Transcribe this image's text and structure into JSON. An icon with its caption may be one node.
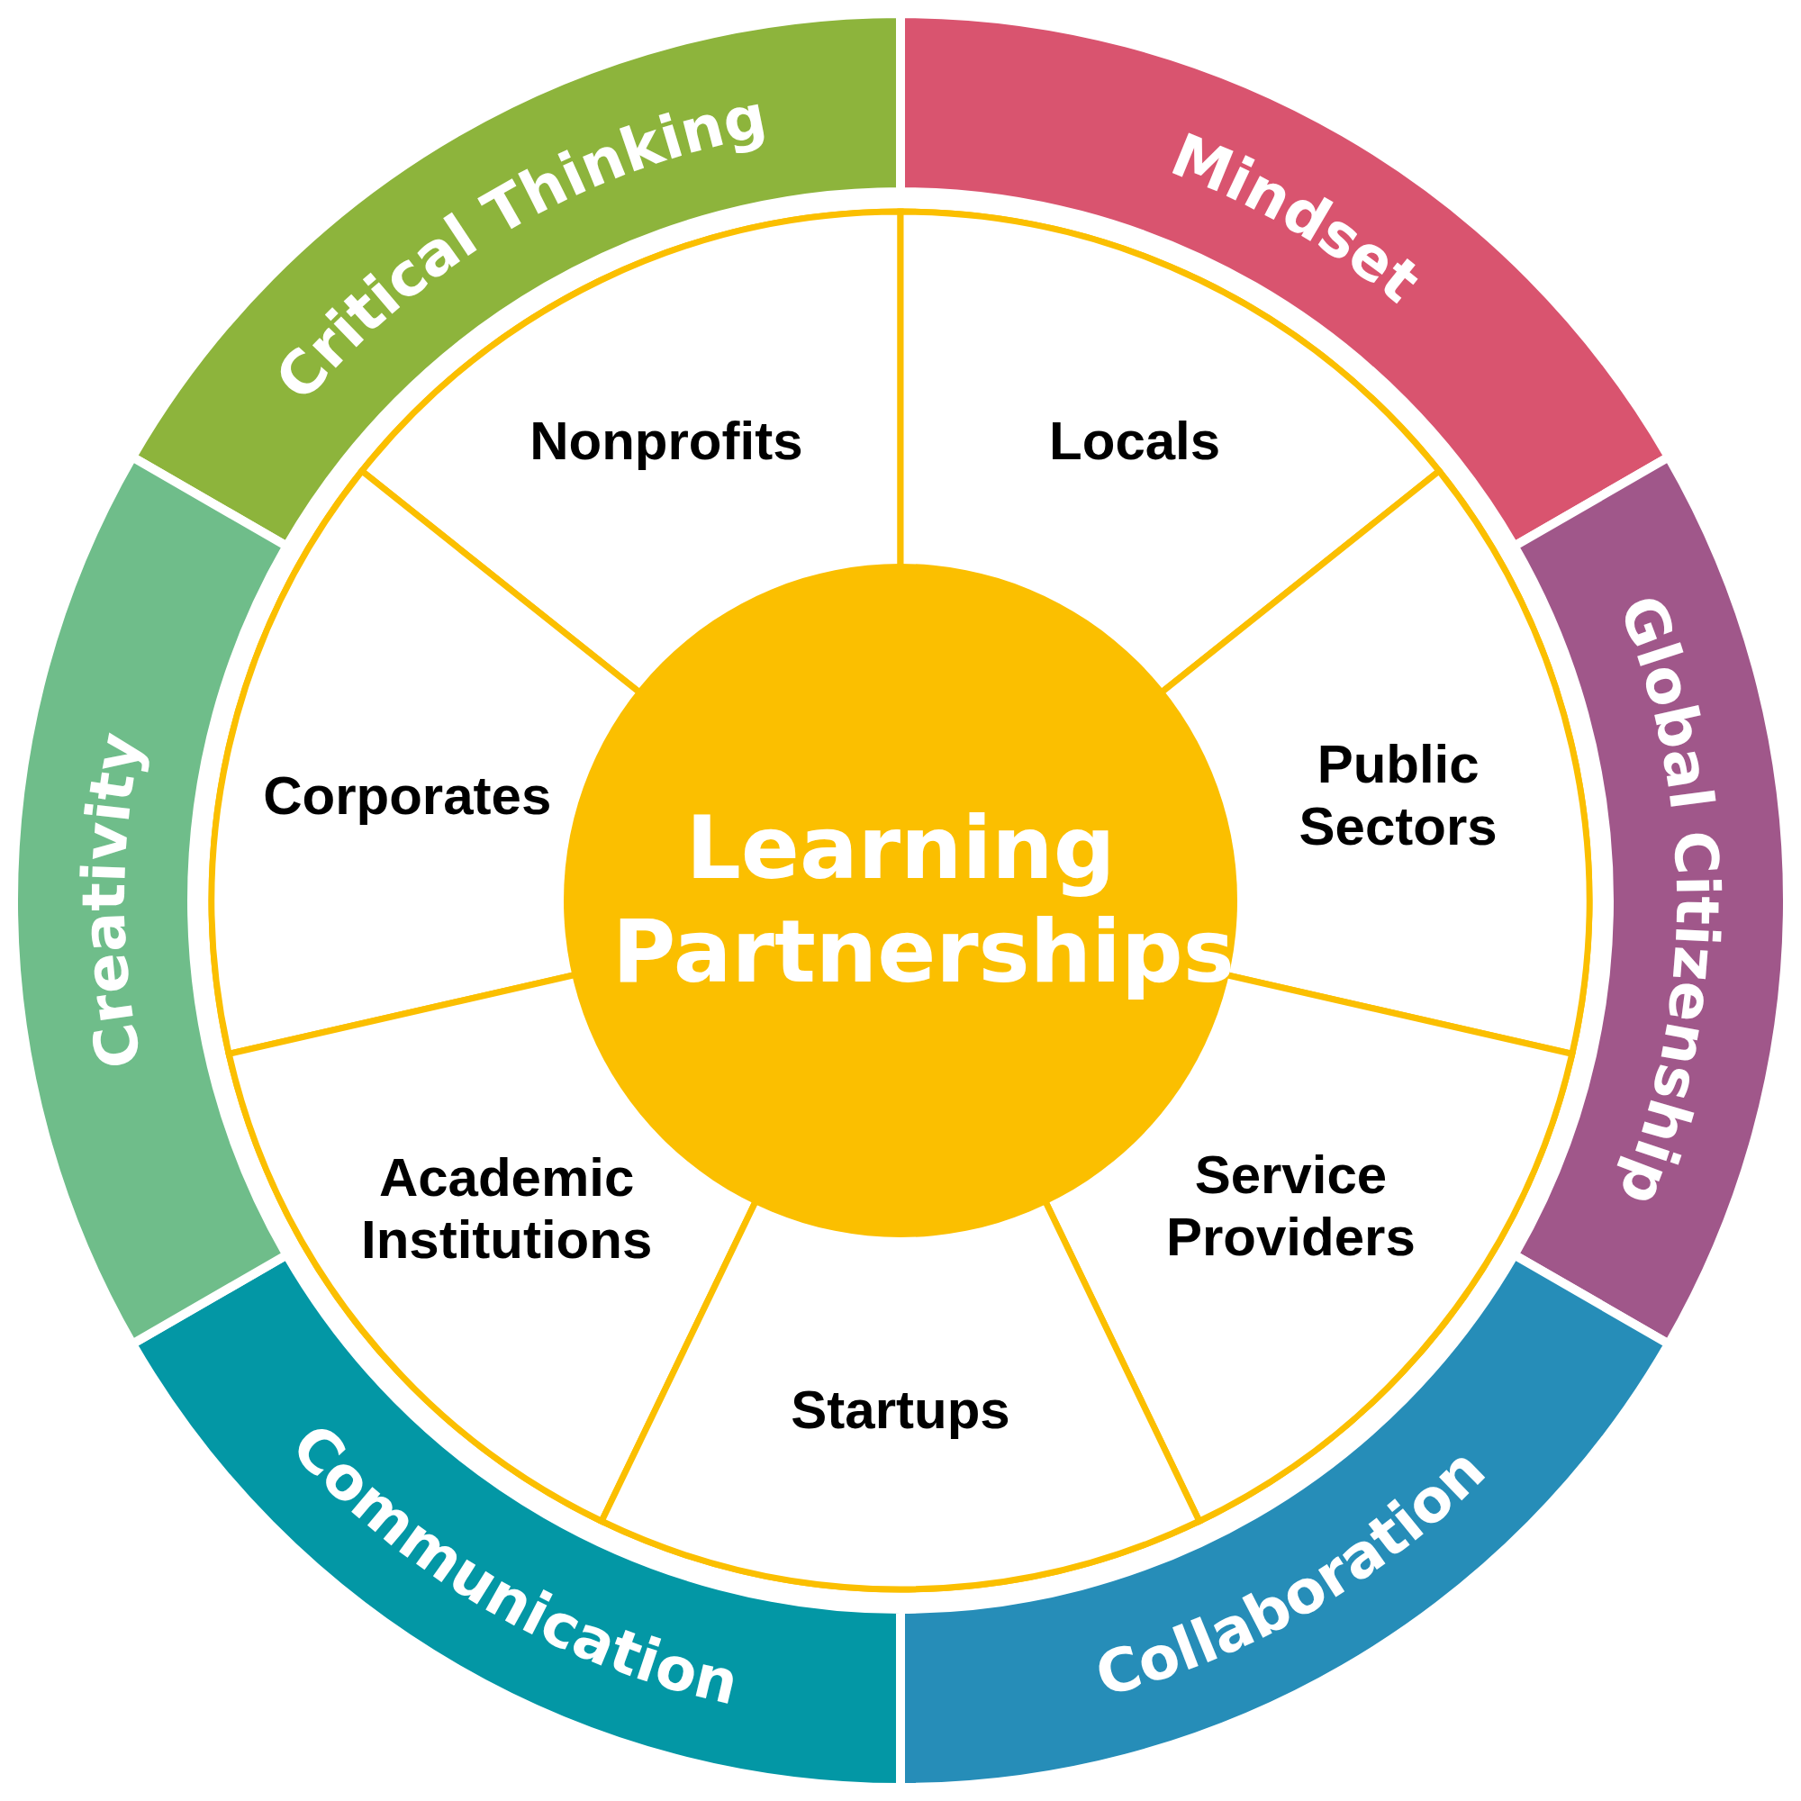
{
  "diagram": {
    "nodes": [
      {
        "text": [
          "Critical Thinking"
        ]
      },
      {
        "text": [
          "Mindset"
        ]
      },
      {
        "text": [
          "Global Citizenship"
        ]
      },
      {
        "text": [
          "Collaboration"
        ]
      },
      {
        "text": [
          "Communication"
        ]
      },
      {
        "text": [
          "Creativity"
        ]
      },
      {
        "text": [
          "Nonprofits"
        ]
      },
      {
        "text": [
          "Locals"
        ]
      },
      {
        "text": [
          "Corporates"
        ]
      },
      {
        "text": [
          "Public Sectors"
        ]
      },
      {
        "text": [
          "Academic Institutions"
        ]
      },
      {
        "text": [
          "Service Providers"
        ]
      },
      {
        "text": [
          "Startups"
        ]
      },
      {
        "text": [
          "Learning Partnerships"
        ]
      }
    ]
  }
}
